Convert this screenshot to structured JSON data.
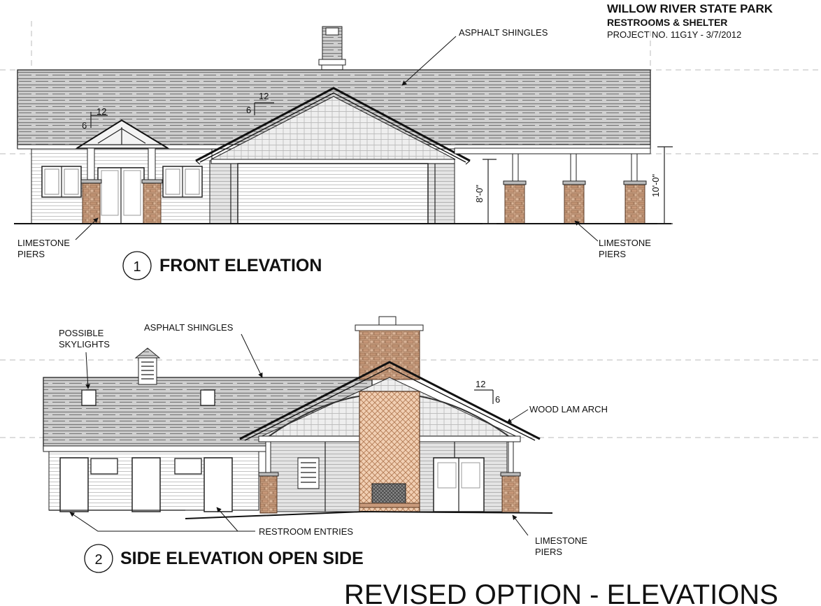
{
  "title_block": {
    "park": "WILLOW RIVER STATE PARK",
    "subtitle": "RESTROOMS & SHELTER",
    "project": "PROJECT NO. 11G1Y - 3/7/2012"
  },
  "front_elevation": {
    "number": "1",
    "title": "FRONT ELEVATION",
    "labels": {
      "shingles": "ASPHALT SHINGLES",
      "piers_left_1": "LIMESTONE",
      "piers_left_2": "PIERS",
      "piers_right_1": "LIMESTONE",
      "piers_right_2": "PIERS",
      "dim_8": "8'-0\"",
      "dim_10": "10'-0\"",
      "pitch_run_a": "12",
      "pitch_rise_a": "6",
      "pitch_run_b": "12",
      "pitch_rise_b": "6"
    }
  },
  "side_elevation": {
    "number": "2",
    "title": "SIDE ELEVATION OPEN SIDE",
    "labels": {
      "skylights_1": "POSSIBLE",
      "skylights_2": "SKYLIGHTS",
      "shingles": "ASPHALT SHINGLES",
      "pitch_run": "12",
      "pitch_rise": "6",
      "arch": "WOOD LAM ARCH",
      "entries": "RESTROOM ENTRIES",
      "piers_1": "LIMESTONE",
      "piers_2": "PIERS"
    }
  },
  "sheet_title": "REVISED OPTION - ELEVATIONS"
}
